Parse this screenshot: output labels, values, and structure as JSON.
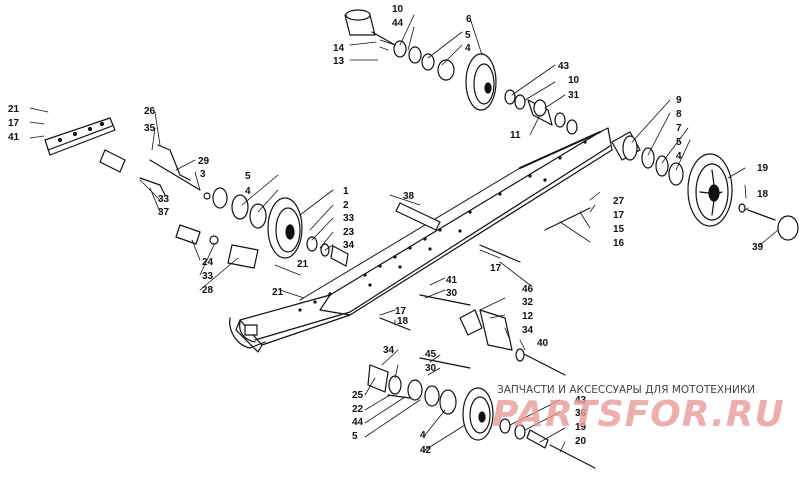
{
  "diagram": {
    "part_numbers": [
      "1",
      "2",
      "3",
      "4",
      "5",
      "6",
      "7",
      "8",
      "9",
      "10",
      "11",
      "12",
      "13",
      "14",
      "15",
      "16",
      "17",
      "18",
      "19",
      "20",
      "21",
      "22",
      "23",
      "24",
      "25",
      "26",
      "27",
      "28",
      "29",
      "30",
      "31",
      "32",
      "33",
      "34",
      "35",
      "36",
      "37",
      "38",
      "39",
      "40",
      "41",
      "42",
      "43",
      "44",
      "45",
      "46"
    ]
  },
  "watermark": {
    "caption": "ЗАПЧАСТИ И АКСЕССУАРЫ ДЛЯ МОТОТЕХНИКИ",
    "brand": "PARTSFOR.RU"
  },
  "colors": {
    "line": "#111111",
    "watermark_brand": "#e89a9a",
    "watermark_caption": "#444444"
  }
}
